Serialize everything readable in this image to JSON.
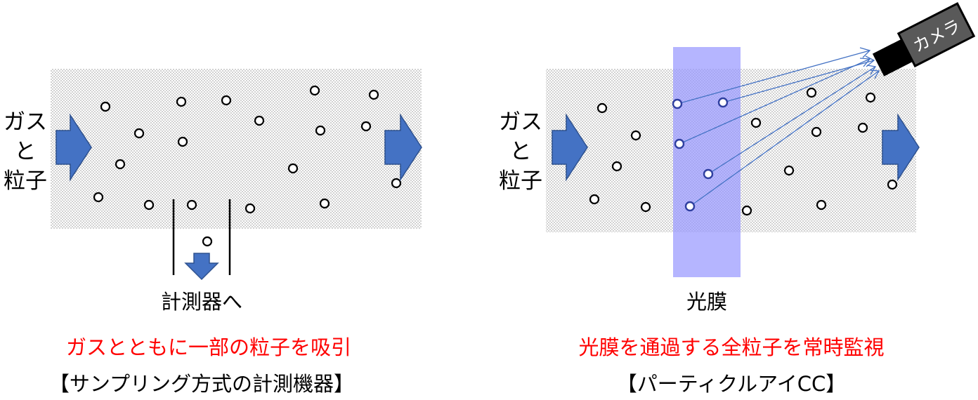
{
  "left": {
    "inlet_label": [
      "ガス",
      "と",
      "粒子"
    ],
    "outlet_label": "計測器へ",
    "caption_red": "ガスとともに一部の粒子を吸引",
    "caption_black": "【サンプリング方式の計測機器】"
  },
  "right": {
    "inlet_label": [
      "ガス",
      "と",
      "粒子"
    ],
    "sheet_label": "光膜",
    "camera_label": "カメラ",
    "caption_red": "光膜を通過する全粒子を常時監視",
    "caption_black": "【パーティクルアイCC】"
  },
  "colors": {
    "arrow_fill": "#4472C4",
    "arrow_stroke": "#2F528F",
    "light_sheet": "#9999FF",
    "ray": "#4472C4",
    "caption_red": "#FF0000",
    "camera_body": "#000000",
    "camera_label_bg": "#595959"
  }
}
